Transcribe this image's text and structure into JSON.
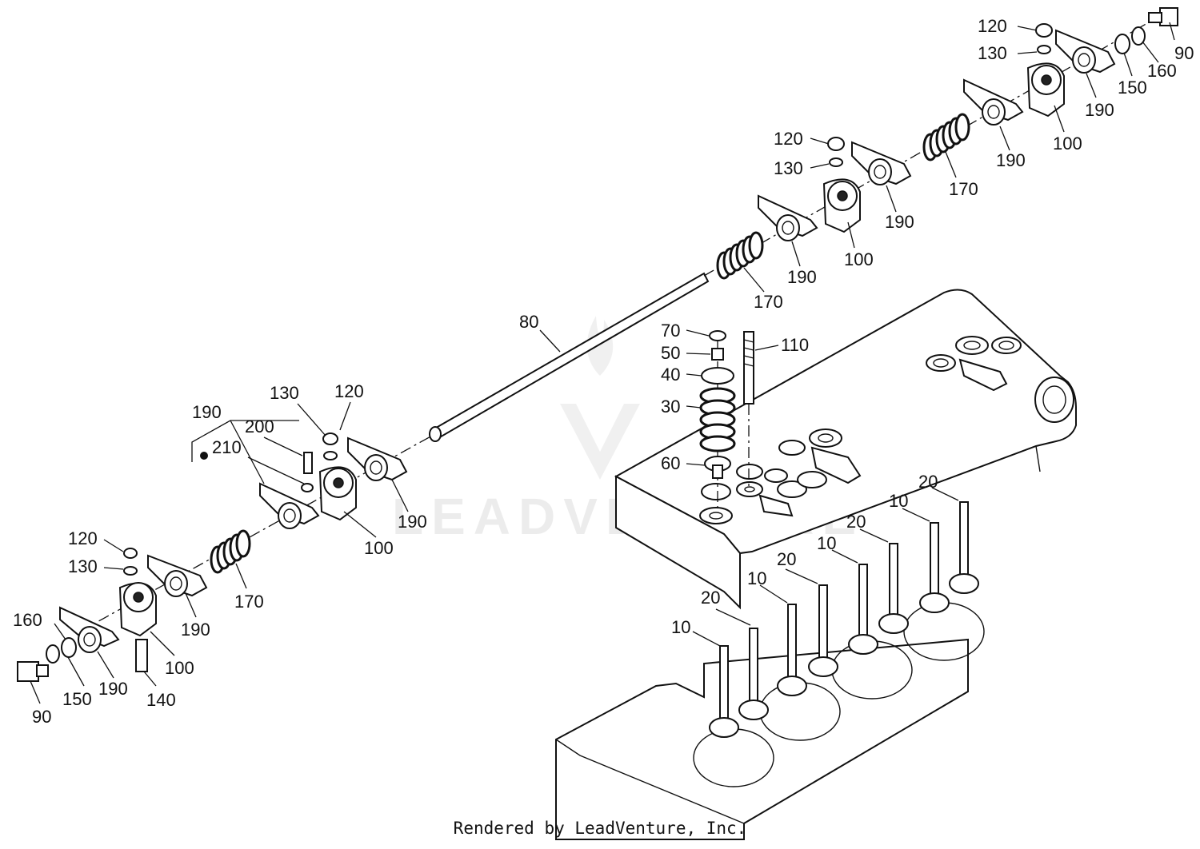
{
  "footer": {
    "text": "Rendered by LeadVenture, Inc."
  },
  "watermark": {
    "text": "LEADVENTURE"
  },
  "labels": [
    {
      "id": "l-120-tr",
      "text": "120"
    },
    {
      "id": "l-130-tr",
      "text": "130"
    },
    {
      "id": "l-90-tr",
      "text": "90"
    },
    {
      "id": "l-160-tr",
      "text": "160"
    },
    {
      "id": "l-150-tr",
      "text": "150"
    },
    {
      "id": "l-190-tr1",
      "text": "190"
    },
    {
      "id": "l-100-tr",
      "text": "100"
    },
    {
      "id": "l-190-tr2",
      "text": "190"
    },
    {
      "id": "l-170-tr",
      "text": "170"
    },
    {
      "id": "l-120-mr",
      "text": "120"
    },
    {
      "id": "l-130-mr",
      "text": "130"
    },
    {
      "id": "l-190-mr1",
      "text": "190"
    },
    {
      "id": "l-100-mr",
      "text": "100"
    },
    {
      "id": "l-190-mr2",
      "text": "190"
    },
    {
      "id": "l-170-mr",
      "text": "170"
    },
    {
      "id": "l-80",
      "text": "80"
    },
    {
      "id": "l-70",
      "text": "70"
    },
    {
      "id": "l-50",
      "text": "50"
    },
    {
      "id": "l-40",
      "text": "40"
    },
    {
      "id": "l-30",
      "text": "30"
    },
    {
      "id": "l-60",
      "text": "60"
    },
    {
      "id": "l-110",
      "text": "110"
    },
    {
      "id": "l-190-ml-top",
      "text": "190"
    },
    {
      "id": "l-130-ml",
      "text": "130"
    },
    {
      "id": "l-120-ml",
      "text": "120"
    },
    {
      "id": "l-200",
      "text": "200"
    },
    {
      "id": "l-210",
      "text": "210"
    },
    {
      "id": "l-190-ml",
      "text": "190"
    },
    {
      "id": "l-100-ml",
      "text": "100"
    },
    {
      "id": "l-170-ml",
      "text": "170"
    },
    {
      "id": "l-120-bl",
      "text": "120"
    },
    {
      "id": "l-130-bl",
      "text": "130"
    },
    {
      "id": "l-160-bl",
      "text": "160"
    },
    {
      "id": "l-190-bl1",
      "text": "190"
    },
    {
      "id": "l-100-bl",
      "text": "100"
    },
    {
      "id": "l-90-bl",
      "text": "90"
    },
    {
      "id": "l-150-bl",
      "text": "150"
    },
    {
      "id": "l-190-bl2",
      "text": "190"
    },
    {
      "id": "l-140",
      "text": "140"
    },
    {
      "id": "l-20-a",
      "text": "20"
    },
    {
      "id": "l-10-a",
      "text": "10"
    },
    {
      "id": "l-20-b",
      "text": "20"
    },
    {
      "id": "l-10-b",
      "text": "10"
    },
    {
      "id": "l-20-c",
      "text": "20"
    },
    {
      "id": "l-10-c",
      "text": "10"
    },
    {
      "id": "l-10-d",
      "text": "10"
    },
    {
      "id": "l-20-d",
      "text": "20"
    }
  ]
}
